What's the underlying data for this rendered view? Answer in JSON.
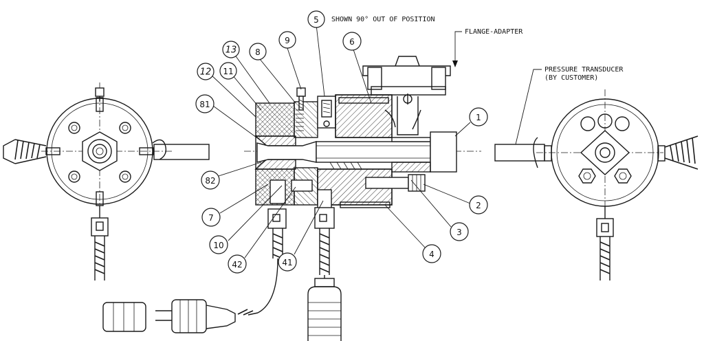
{
  "notes": {
    "shown_out_of_position": "SHOWN 90° OUT OF POSITION",
    "flange_adapter": "FLANGE-ADAPTER",
    "pressure_transducer_line1": "PRESSURE TRANSDUCER",
    "pressure_transducer_line2": "(BY CUSTOMER)"
  },
  "balloons": [
    {
      "id": "b1",
      "label": "1"
    },
    {
      "id": "b2",
      "label": "2"
    },
    {
      "id": "b3",
      "label": "3"
    },
    {
      "id": "b4",
      "label": "4"
    },
    {
      "id": "b5",
      "label": "5"
    },
    {
      "id": "b6",
      "label": "6"
    },
    {
      "id": "b7",
      "label": "7"
    },
    {
      "id": "b8",
      "label": "8"
    },
    {
      "id": "b9",
      "label": "9"
    },
    {
      "id": "b10",
      "label": "10"
    },
    {
      "id": "b11",
      "label": "11"
    },
    {
      "id": "b12",
      "label": "12"
    },
    {
      "id": "b13",
      "label": "13"
    },
    {
      "id": "b41",
      "label": "41"
    },
    {
      "id": "b42",
      "label": "42"
    },
    {
      "id": "b81",
      "label": "81"
    },
    {
      "id": "b82",
      "label": "82"
    }
  ]
}
